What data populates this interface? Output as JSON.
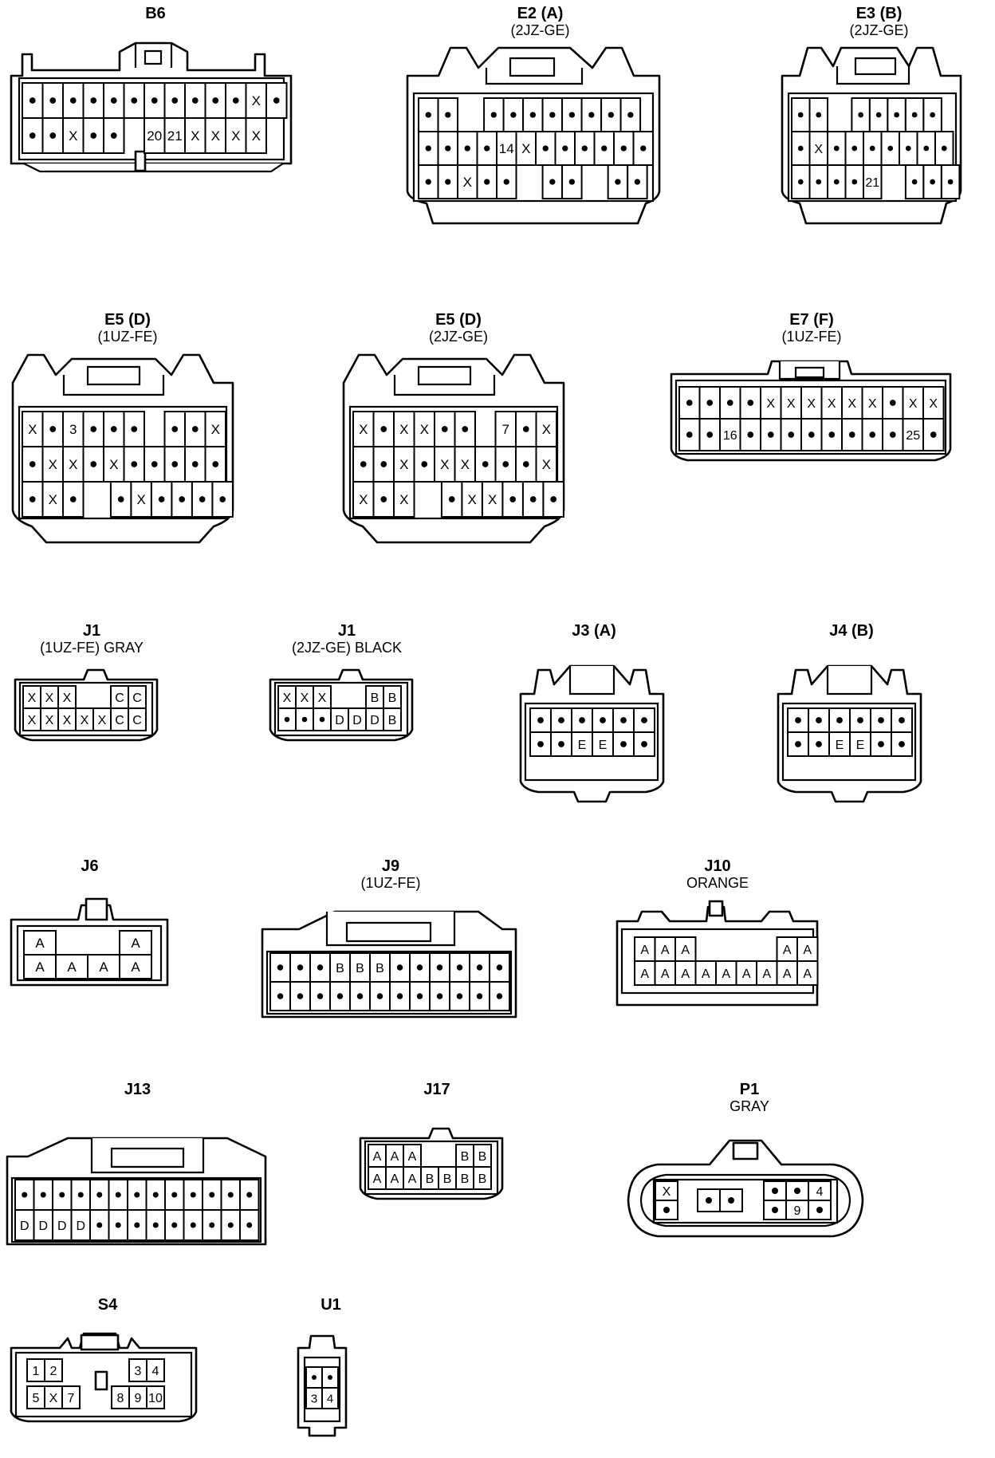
{
  "connectors": [
    {
      "id": "B6",
      "title": "B6",
      "subtitle": "",
      "rows": [
        [
          "•",
          "•",
          "•",
          "•",
          "•",
          "•",
          "•",
          "•",
          "•",
          "•",
          "•",
          "X",
          "•"
        ],
        [
          "•",
          "•",
          "X",
          "•",
          "•",
          "",
          "20",
          "21",
          "X",
          "X",
          "X",
          "X"
        ]
      ]
    },
    {
      "id": "E2",
      "title": "E2 (A)",
      "subtitle": "(2JZ-GE)",
      "rows": [
        [
          "•",
          "•",
          "",
          "•",
          "•",
          "•",
          "•",
          "•",
          "•",
          "•",
          "•"
        ],
        [
          "•",
          "•",
          "•",
          "•",
          "14",
          "X",
          "•",
          "•",
          "•",
          "•",
          "•",
          "•"
        ],
        [
          "•",
          "•",
          "X",
          "•",
          "•",
          "",
          "•",
          "•",
          "",
          "•",
          "•"
        ]
      ]
    },
    {
      "id": "E3",
      "title": "E3 (B)",
      "subtitle": "(2JZ-GE)",
      "rows": [
        [
          "•",
          "•",
          "",
          "•",
          "•",
          "•",
          "•",
          "•"
        ],
        [
          "•",
          "X",
          "•",
          "•",
          "•",
          "•",
          "•",
          "•",
          "•"
        ],
        [
          "•",
          "•",
          "•",
          "•",
          "21",
          "",
          "•",
          "•",
          "•"
        ]
      ]
    },
    {
      "id": "E5-1UZ",
      "title": "E5 (D)",
      "subtitle": "(1UZ-FE)",
      "rows": [
        [
          "X",
          "•",
          "3",
          "•",
          "•",
          "•",
          "",
          "•",
          "•",
          "X"
        ],
        [
          "•",
          "X",
          "X",
          "•",
          "X",
          "•",
          "•",
          "•",
          "•",
          "•"
        ],
        [
          "•",
          "X",
          "•",
          "",
          "•",
          "X",
          "•",
          "•",
          "•",
          "•"
        ]
      ]
    },
    {
      "id": "E5-2JZ",
      "title": "E5 (D)",
      "subtitle": "(2JZ-GE)",
      "rows": [
        [
          "X",
          "•",
          "X",
          "X",
          "•",
          "•",
          "",
          "7",
          "•",
          "X"
        ],
        [
          "•",
          "•",
          "X",
          "•",
          "X",
          "X",
          "•",
          "•",
          "•",
          "X"
        ],
        [
          "X",
          "•",
          "X",
          "",
          "•",
          "X",
          "X",
          "•",
          "•",
          "•"
        ]
      ]
    },
    {
      "id": "E7",
      "title": "E7 (F)",
      "subtitle": "(1UZ-FE)",
      "rows": [
        [
          "•",
          "•",
          "•",
          "•",
          "X",
          "X",
          "X",
          "X",
          "X",
          "X",
          "•",
          "X",
          "X"
        ],
        [
          "•",
          "•",
          "16",
          "•",
          "•",
          "•",
          "•",
          "•",
          "•",
          "•",
          "•",
          "25",
          "•"
        ]
      ]
    },
    {
      "id": "J1-1UZ",
      "title": "J1",
      "subtitle": "(1UZ-FE)  GRAY",
      "rows": [
        [
          "X",
          "X",
          "X",
          "",
          "",
          "C",
          "C"
        ],
        [
          "X",
          "X",
          "X",
          "X",
          "X",
          "C",
          "C"
        ]
      ]
    },
    {
      "id": "J1-2JZ",
      "title": "J1",
      "subtitle": "(2JZ-GE)  BLACK",
      "rows": [
        [
          "X",
          "X",
          "X",
          "",
          "",
          "B",
          "B"
        ],
        [
          "•",
          "•",
          "•",
          "D",
          "D",
          "D",
          "B"
        ]
      ]
    },
    {
      "id": "J3",
      "title": "J3 (A)",
      "subtitle": "",
      "rows": [
        [
          "•",
          "•",
          "•",
          "•",
          "•",
          "•"
        ],
        [
          "•",
          "•",
          "E",
          "E",
          "•",
          "•"
        ]
      ]
    },
    {
      "id": "J4",
      "title": "J4 (B)",
      "subtitle": "",
      "rows": [
        [
          "•",
          "•",
          "•",
          "•",
          "•",
          "•"
        ],
        [
          "•",
          "•",
          "E",
          "E",
          "•",
          "•"
        ]
      ]
    },
    {
      "id": "J6",
      "title": "J6",
      "subtitle": "",
      "rows": [
        [
          "A",
          "",
          "",
          "A"
        ],
        [
          "A",
          "A",
          "A",
          "A"
        ]
      ]
    },
    {
      "id": "J9",
      "title": "J9",
      "subtitle": "(1UZ-FE)",
      "rows": [
        [
          "•",
          "•",
          "•",
          "B",
          "B",
          "B",
          "•",
          "•",
          "•",
          "•",
          "•",
          "•"
        ],
        [
          "•",
          "•",
          "•",
          "•",
          "•",
          "•",
          "•",
          "•",
          "•",
          "•",
          "•",
          "•"
        ]
      ]
    },
    {
      "id": "J10",
      "title": "J10",
      "subtitle": "ORANGE",
      "rows": [
        [
          "A",
          "A",
          "A",
          "",
          "",
          "",
          "",
          "A",
          "A"
        ],
        [
          "A",
          "A",
          "A",
          "A",
          "A",
          "A",
          "A",
          "A",
          "A"
        ]
      ]
    },
    {
      "id": "J13",
      "title": "J13",
      "subtitle": "",
      "rows": [
        [
          "•",
          "•",
          "•",
          "•",
          "•",
          "•",
          "•",
          "•",
          "•",
          "•",
          "•",
          "•",
          "•"
        ],
        [
          "D",
          "D",
          "D",
          "D",
          "•",
          "•",
          "•",
          "•",
          "•",
          "•",
          "•",
          "•",
          "•"
        ]
      ]
    },
    {
      "id": "J17",
      "title": "J17",
      "subtitle": "",
      "rows": [
        [
          "A",
          "A",
          "A",
          "",
          "",
          "B",
          "B"
        ],
        [
          "A",
          "A",
          "A",
          "B",
          "B",
          "B",
          "B"
        ]
      ]
    },
    {
      "id": "P1",
      "title": "P1",
      "subtitle": "GRAY",
      "rows": [
        [
          "X",
          "",
          "•",
          "•",
          "",
          "•",
          "4"
        ],
        [
          "•",
          "",
          "",
          "",
          "",
          "•",
          "9",
          "•"
        ]
      ]
    },
    {
      "id": "S4",
      "title": "S4",
      "subtitle": "",
      "rows": [
        [
          "1",
          "2",
          "",
          "",
          "3",
          "4"
        ],
        [
          "5",
          "X",
          "7",
          "",
          "8",
          "9",
          "10"
        ]
      ]
    },
    {
      "id": "U1",
      "title": "U1",
      "subtitle": "",
      "rows": [
        [
          "•",
          "•"
        ],
        [
          "3",
          "4"
        ]
      ]
    }
  ]
}
